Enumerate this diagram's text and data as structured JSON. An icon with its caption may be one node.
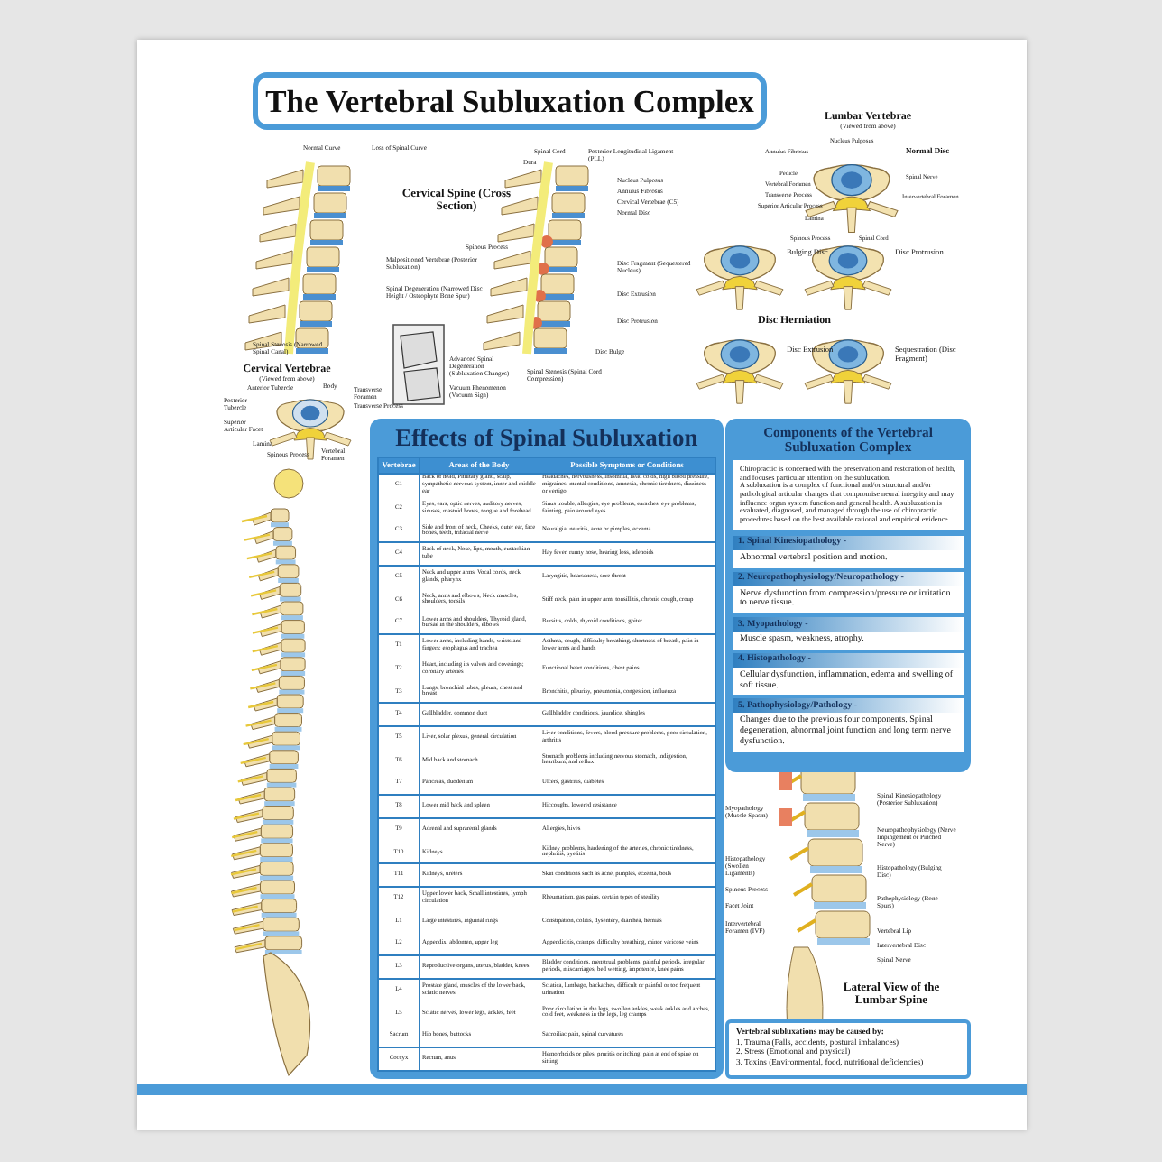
{
  "diagram": {
    "title": "The Vertebral Subluxation Complex",
    "nodes": [
      {
        "text": [
          "Effects of Spinal Subluxation"
        ]
      },
      {
        "text": [
          "Components of the Vertebral Subluxation Complex",
          "Chiropractic is concerned with the preservation and restoration of health, and focuses particular attention on the subluxation.",
          "A subluxation is a complex of functional and/or structural and/or pathological articular changes that compromise neural integrity and may influence organ system function and general health. A subluxation is evaluated, diagnosed, and managed through the use of chiropractic procedures based on the best available rational and empirical evidence."
        ]
      },
      {
        "text": [
          "1. Spinal Kinesiopathology -",
          "Abnormal vertebral position and motion."
        ],
        "in": 1
      },
      {
        "text": [
          "2. Neuropathophysiology/Neuropathology -",
          "Nerve dysfunction from compression/pressure or irritation to nerve tissue."
        ],
        "in": 1
      },
      {
        "text": [
          "3. Myopathology -",
          "Muscle spasm, weakness, atrophy."
        ],
        "in": 1
      },
      {
        "text": [
          "4. Histopathology -",
          "Cellular dysfunction, inflammation, edema and swelling of soft tissue."
        ],
        "in": 1
      },
      {
        "text": [
          "5. Pathophysiology/Pathology -",
          "Changes due to the previous four components. Spinal degeneration, abnormal joint function and long term nerve dysfunction."
        ],
        "in": 1
      },
      {
        "text": [
          "Vertebral subluxations may be caused by:",
          "1. Trauma (Falls, accidents, postural imbalances)",
          "2. Stress (Emotional and physical)",
          "3. Toxins (Environmental, food, nutritional deficiencies)"
        ]
      }
    ],
    "labels": [
      "Normal Curve",
      "Loss of Spinal Curve",
      "Cervical Spine (Cross Section)",
      "Malpositioned Vertebrae (Posterior Subluxation)",
      "Spinal Degeneration (Narrowed Disc Height / Osteophyte Bone Spur)",
      "Spinal Stenosis (Narrowed Spinal Canal)",
      "Advanced Spinal Degeneration (Subluxation Changes)",
      "Vacuum Phenomenon (Vacuum Sign)",
      "Spinal Cord",
      "Dura",
      "Posterior Longitudinal Ligament (PLL)",
      "Nucleus Pulposus",
      "Annulus Fibrosus",
      "Cervical Vertebrae (C5)",
      "Normal Disc",
      "Spinous Process",
      "Disc Fragment (Sequestered Nucleus)",
      "Disc Extrusion",
      "Disc Protrusion",
      "Disc Bulge",
      "Spinal Stenosis (Spinal Cord Compression)",
      "Cervical Vertebrae",
      "(Viewed from above)",
      "Anterior Tubercle",
      "Body",
      "Transverse Foramen",
      "Posterior Tubercle",
      "Transverse Process",
      "Superior Articular Facet",
      "Lamina",
      "Vertebral Foramen",
      "Spinous Process",
      "Lumbar Vertebrae",
      "(Viewed from above)",
      "Nucleus Pulposus",
      "Annulus Fibrosus",
      "Normal Disc",
      "Pedicle",
      "Vertebral Foramen",
      "Transverse Process",
      "Superior Articular Process",
      "Lamina",
      "Spinous Process",
      "Spinal Cord",
      "Spinal Nerve",
      "Intervertebral Foramen",
      "Bulging Disc",
      "Disc Protrusion",
      "Disc Herniation",
      "Disc Extrusion",
      "Sequestration (Disc Fragment)",
      "Myopathology (Muscle Spasm)",
      "Histopathology (Swollen Ligaments)",
      "Spinous Process",
      "Facet Joint",
      "Intervertebral Foramen (IVF)",
      "Spinal Kinesiopathology (Posterior Subluxation)",
      "Neuropathophysiology (Nerve Impingement or Pinched Nerve)",
      "Histopathology (Bulging Disc)",
      "Pathophysiology (Bone Spurs)",
      "Vertebral Lip",
      "Intervertebral Disc",
      "Spinal Nerve",
      "Lateral View of the Lumbar Spine",
      "Vertebrae",
      "Areas of the Body",
      "Possible Symptoms or Conditions",
      "C1",
      "Back of head, Pituitary gland, scalp, sympathetic nervous system, inner and middle ear",
      "Headaches, nervousness, insomnia, head colds, high blood pressure, migraines, mental conditions, amnesia, chronic tiredness, dizziness or vertigo",
      "C2",
      "Eyes, ears, optic nerves, auditory nerves, sinuses, mastoid bones, tongue and forehead",
      "Sinus trouble, allergies, eye problems, earaches, eye problems, fainting, pain around eyes",
      "C3",
      "Side and front of neck, Cheeks, outer ear, face bones, teeth, trifacial nerve",
      "Neuralgia, neuritis, acne or pimples, eczema",
      "C4",
      "Back of neck, Nose, lips, mouth, eustachian tube",
      "Hay fever, runny nose, hearing loss, adenoids",
      "C5",
      "Neck and upper arms, Vocal cords, neck glands, pharynx",
      "Laryngitis, hoarseness, sore throat",
      "C6",
      "Neck, arms and elbows, Neck muscles, shoulders, tonsils",
      "Stiff neck, pain in upper arm, tonsillitis, chronic cough, croup",
      "C7",
      "Lower arms and shoulders, Thyroid gland, bursae in the shoulders, elbows",
      "Bursitis, colds, thyroid conditions, goiter",
      "T1",
      "Lower arms, including hands, wrists and fingers; esophagus and trachea",
      "Asthma, cough, difficulty breathing, shortness of breath, pain in lower arms and hands",
      "T2",
      "Heart, including its valves and coverings; coronary arteries",
      "Functional heart conditions, chest pains",
      "T3",
      "Lungs, bronchial tubes, pleura, chest and breast",
      "Bronchitis, pleurisy, pneumonia, congestion, influenza",
      "T4",
      "Gallbladder, common duct",
      "Gallbladder conditions, jaundice, shingles",
      "T5",
      "Liver, solar plexus, general circulation",
      "Liver conditions, fevers, blood pressure problems, poor circulation, arthritis",
      "T6",
      "Mid back and stomach",
      "Stomach problems including nervous stomach, indigestion, heartburn, and reflux",
      "T7",
      "Pancreas, duodenum",
      "Ulcers, gastritis, diabetes",
      "T8",
      "Lower mid back and spleen",
      "Hiccoughs, lowered resistance",
      "T9",
      "Adrenal and suprarenal glands",
      "Allergies, hives",
      "T10",
      "Kidneys",
      "Kidney problems, hardening of the arteries, chronic tiredness, nephritis, pyelitis",
      "T11",
      "Kidneys, ureters",
      "Skin conditions such as acne, pimples, eczema, boils",
      "T12",
      "Upper lower back, Small intestines, lymph circulation",
      "Rheumatism, gas pains, certain types of sterility",
      "L1",
      "Large intestines, inguinal rings",
      "Constipation, colitis, dysentery, diarrhea, hernias",
      "L2",
      "Appendix, abdomen, upper leg",
      "Appendicitis, cramps, difficulty breathing, minor varicose veins",
      "L3",
      "Reproductive organs, uterus, bladder, knees",
      "Bladder conditions, menstrual problems, painful periods, irregular periods, miscarriages, bed wetting, impotence, knee pains",
      "L4",
      "Prostate gland, muscles of the lower back, sciatic nerves",
      "Sciatica, lumbago, backaches, difficult or painful or too frequent urination",
      "L5",
      "Sciatic nerves, lower legs, ankles, feet",
      "Poor circulation in the legs, swollen ankles, weak ankles and arches, cold feet, weakness in the legs, leg cramps",
      "Sacrum",
      "Hip bones, buttocks",
      "Sacroiliac pain, spinal curvatures",
      "Coccyx",
      "Rectum, anus",
      "Hemorrhoids or piles, pruritis or itching, pain at end of spine on sitting"
    ]
  }
}
